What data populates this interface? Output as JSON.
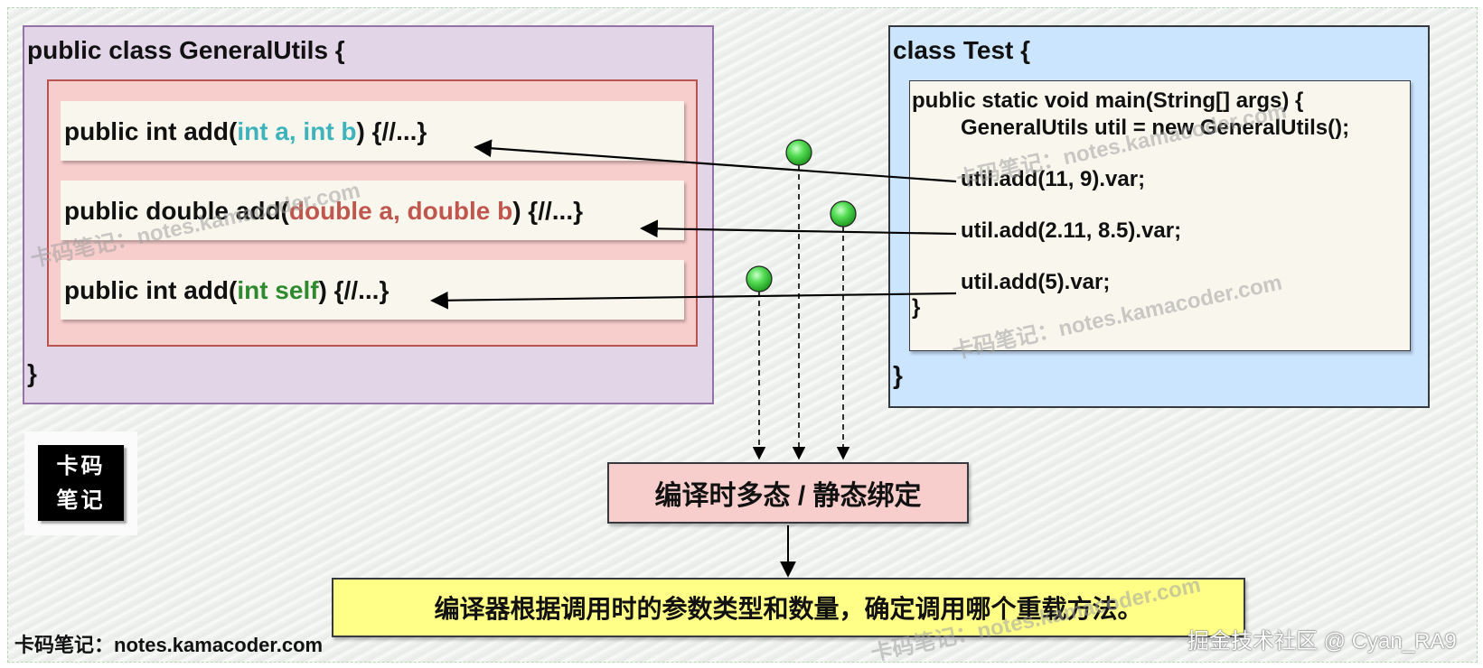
{
  "left_class": {
    "title": "public class GeneralUtils {",
    "closing": "}",
    "methods": [
      {
        "prefix": "public int add(",
        "params": "int a, int b",
        "suffix": ") {//...}",
        "params_color": "#3fb3bb"
      },
      {
        "prefix": "public double add(",
        "params": "double a, double b",
        "suffix": ") {//...}",
        "params_color": "#c0574f"
      },
      {
        "prefix": "public int add(",
        "params": "int self",
        "suffix": ") {//...}",
        "params_color": "#2f8a2f"
      }
    ]
  },
  "right_class": {
    "title": "class Test {",
    "closing": "}",
    "main_signature": "public static void main(String[] args) {",
    "instantiation": "GeneralUtils util = new GeneralUtils();",
    "calls": [
      "util.add(11, 9).var;",
      "util.add(2.11, 8.5).var;",
      "util.add(5).var;"
    ],
    "main_closing": "}"
  },
  "compile_box": {
    "label": "编译时多态 / 静态绑定"
  },
  "result_box": {
    "label": "编译器根据调用时的参数类型和数量，确定调用哪个重载方法。"
  },
  "logo": {
    "line1": "卡码",
    "line2": "笔记"
  },
  "footer": {
    "source": "卡码笔记：notes.kamacoder.com",
    "credit": "掘金技术社区 @ Cyan_RA9"
  },
  "watermark": "卡码笔记：notes.kamacoder.com",
  "colors": {
    "left_class_fill": "#e1d5e7",
    "method_group_fill": "#f8cecc",
    "right_class_fill": "#cce5ff",
    "result_fill": "#ffff88",
    "binding_dot": "#33cc33"
  }
}
